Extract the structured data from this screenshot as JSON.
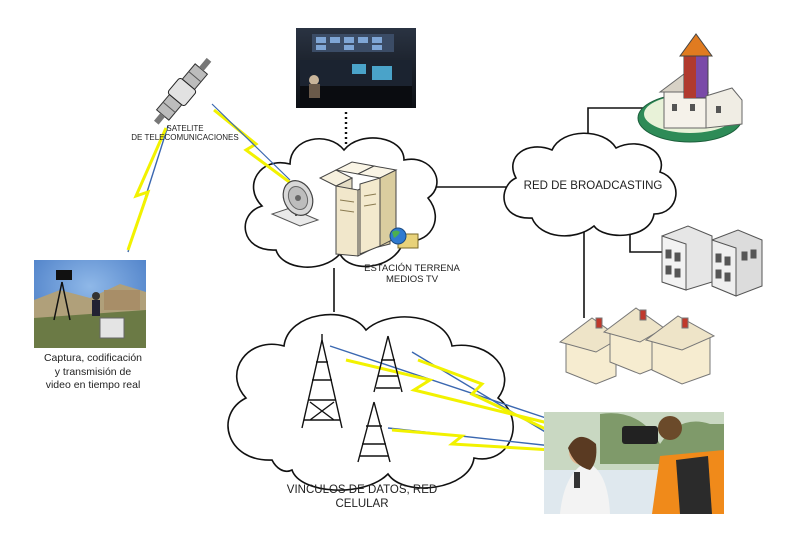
{
  "labels": {
    "satellite": [
      "SATELITE",
      "DE TELECOMUNICACIONES"
    ],
    "station": [
      "ESTACIÓN TERRENA",
      "MEDIOS TV"
    ],
    "broadcast": "RED DE BROADCASTING",
    "capture": [
      "Captura, codificación",
      "y transmisión de",
      "video en tiempo real"
    ],
    "links": [
      "VINCULOS DE DATOS, RED",
      "CELULAR"
    ]
  },
  "colors": {
    "lightning": "#f2f200",
    "line": "#111111",
    "signal_blue": "#3a67b0"
  },
  "icons": [
    "control-room-photo",
    "satellite-icon",
    "satellite-dish-icon",
    "server-rack-icon",
    "globe-icon",
    "cell-tower-icon",
    "church-icon",
    "office-building-icon",
    "house-icon",
    "field-camera-photo",
    "reporter-photo"
  ]
}
